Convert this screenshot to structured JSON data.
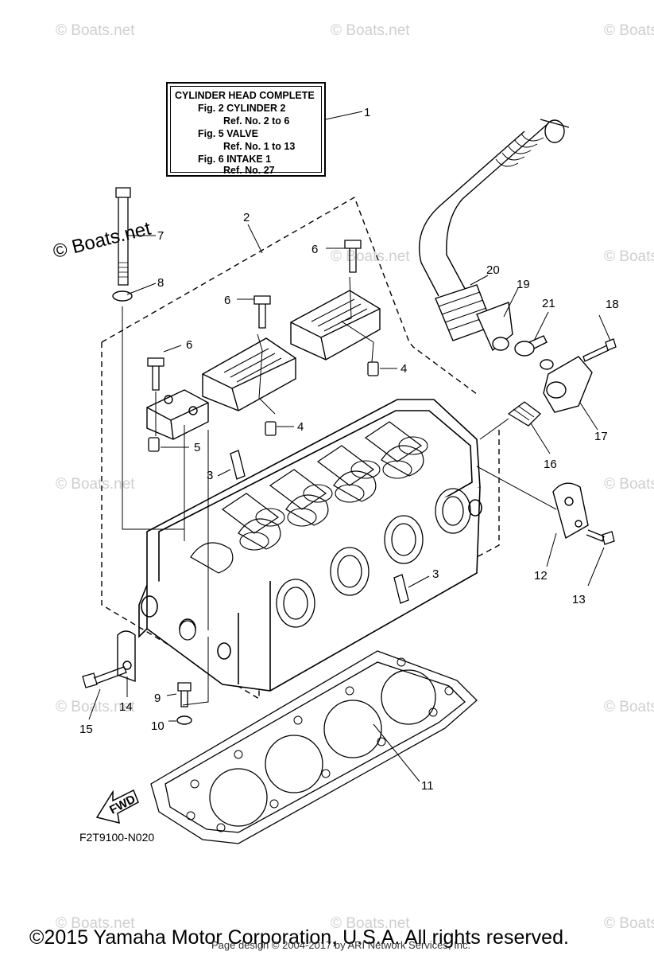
{
  "reference_box": {
    "title": "CYLINDER HEAD COMPLETE",
    "lines": [
      "Fig.  2 CYLINDER 2",
      "Ref. No. 2 to 6",
      "Fig.  5 VALVE",
      "Ref. No. 1 to 13",
      "Fig.  6 INTAKE 1",
      "Ref. No. 27"
    ]
  },
  "callouts": {
    "c1": "1",
    "c2": "2",
    "c3a": "3",
    "c3b": "3",
    "c4a": "4",
    "c4b": "4",
    "c5": "5",
    "c6a": "6",
    "c6b": "6",
    "c6c": "6",
    "c7": "7",
    "c8": "8",
    "c9": "9",
    "c10": "10",
    "c11": "11",
    "c12": "12",
    "c13": "13",
    "c14": "14",
    "c15": "15",
    "c16": "16",
    "c17": "17",
    "c18": "18",
    "c19": "19",
    "c20": "20",
    "c21": "21"
  },
  "fwd_label": "FWD",
  "diagram_code": "F2T9100-N020",
  "watermark_small": "© Boats.net",
  "watermark_big": "© Boats.net",
  "copyright": "©2015 Yamaha Motor Corporation, U.S.A. All rights reserved.",
  "page_design": "Page design © 2004-2017 by ARI Network Services, Inc."
}
